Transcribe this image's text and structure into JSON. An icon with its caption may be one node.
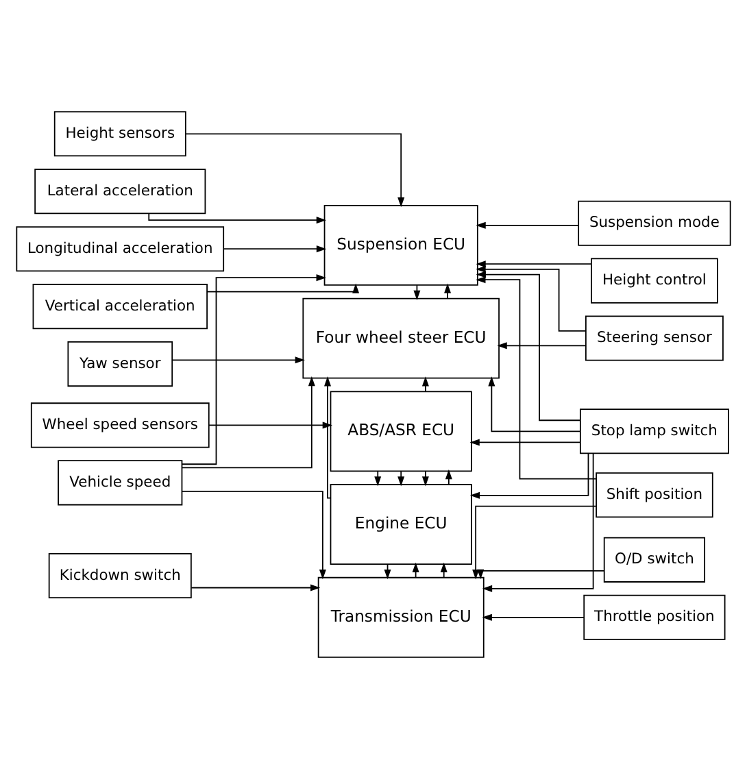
{
  "diagram": {
    "nodes": [
      {
        "text": [
          "Suspension ECU"
        ]
      },
      {
        "text": [
          "Four wheel steer ECU"
        ]
      },
      {
        "text": [
          "ABS/ASR ECU"
        ]
      },
      {
        "text": [
          "Engine ECU"
        ]
      },
      {
        "text": [
          "Transmission ECU"
        ]
      },
      {
        "text": [
          "Height sensors"
        ]
      },
      {
        "text": [
          "Lateral acceleration"
        ]
      },
      {
        "text": [
          "Longitudinal acceleration"
        ]
      },
      {
        "text": [
          "Vertical acceleration"
        ]
      },
      {
        "text": [
          "Yaw sensor"
        ]
      },
      {
        "text": [
          "Wheel speed sensors"
        ]
      },
      {
        "text": [
          "Vehicle speed"
        ]
      },
      {
        "text": [
          "Kickdown switch"
        ]
      },
      {
        "text": [
          "Suspension mode"
        ]
      },
      {
        "text": [
          "Height control"
        ]
      },
      {
        "text": [
          "Steering sensor"
        ]
      },
      {
        "text": [
          "Stop lamp switch"
        ]
      },
      {
        "text": [
          "Shift position"
        ]
      },
      {
        "text": [
          "O/D switch"
        ]
      },
      {
        "text": [
          "Throttle position"
        ]
      }
    ],
    "edges": [
      {
        "from": 5,
        "to": 0,
        "arrow": "to"
      },
      {
        "from": 6,
        "to": 0,
        "arrow": "to"
      },
      {
        "from": 7,
        "to": 0,
        "arrow": "to"
      },
      {
        "from": 11,
        "to": 0,
        "arrow": "to"
      },
      {
        "from": 8,
        "to": 0,
        "arrow": "to"
      },
      {
        "from": 11,
        "to": 1,
        "arrow": "to"
      },
      {
        "from": 11,
        "to": 4,
        "arrow": "to"
      },
      {
        "from": 1,
        "to": 0,
        "arrow": "to"
      },
      {
        "from": 0,
        "to": 1,
        "arrow": "to"
      },
      {
        "from": 9,
        "to": 1,
        "arrow": "to"
      },
      {
        "from": 10,
        "to": 2,
        "arrow": "to"
      },
      {
        "from": 2,
        "to": 1,
        "arrow": "to"
      },
      {
        "from": 2,
        "to": 3,
        "arrow": "to"
      },
      {
        "from": 2,
        "to": 3,
        "arrow": "to"
      },
      {
        "from": 2,
        "to": 3,
        "arrow": "to"
      },
      {
        "from": 3,
        "to": 2,
        "arrow": "to"
      },
      {
        "from": 3,
        "to": 1,
        "arrow": "to"
      },
      {
        "from": 3,
        "to": 4,
        "arrow": "to"
      },
      {
        "from": 4,
        "to": 3,
        "arrow": "to"
      },
      {
        "from": 4,
        "to": 3,
        "arrow": "to"
      },
      {
        "from": 12,
        "to": 4,
        "arrow": "to"
      },
      {
        "from": 13,
        "to": 0,
        "arrow": "to"
      },
      {
        "from": 14,
        "to": 0,
        "arrow": "to"
      },
      {
        "from": 15,
        "to": 0,
        "arrow": "to"
      },
      {
        "from": 15,
        "to": 1,
        "arrow": "to"
      },
      {
        "from": 17,
        "to": 0,
        "arrow": "to"
      },
      {
        "from": 16,
        "to": 0,
        "arrow": "to"
      },
      {
        "from": 16,
        "to": 1,
        "arrow": "to"
      },
      {
        "from": 16,
        "to": 2,
        "arrow": "to"
      },
      {
        "from": 16,
        "to": 3,
        "arrow": "to"
      },
      {
        "from": 16,
        "to": 4,
        "arrow": "to"
      },
      {
        "from": 17,
        "to": 4,
        "arrow": "to"
      },
      {
        "from": 18,
        "to": 4,
        "arrow": "to"
      },
      {
        "from": 19,
        "to": 4,
        "arrow": "to"
      }
    ]
  }
}
